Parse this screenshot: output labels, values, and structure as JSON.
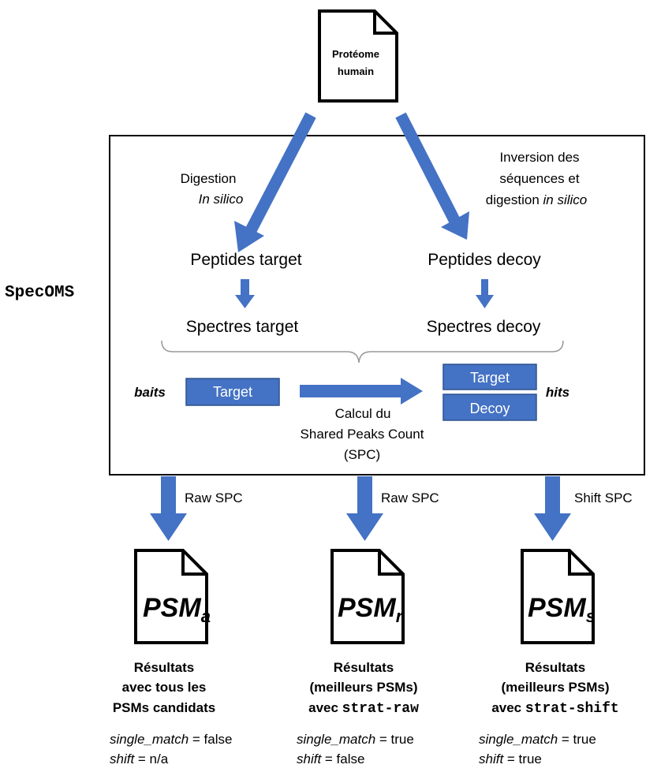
{
  "top_document": {
    "line1": "Protéome",
    "line2": "humain"
  },
  "system_label": "SpecOMS",
  "left_branch": {
    "line1": "Digestion",
    "line2": "In silico"
  },
  "right_branch": {
    "line1": "Inversion des",
    "line2": "séquences et",
    "line3_prefix": "digestion ",
    "line3_italic": "in silico"
  },
  "peptides_target": "Peptides target",
  "peptides_decoy": "Peptides decoy",
  "spectres_target": "Spectres target",
  "spectres_decoy": "Spectres decoy",
  "baits_label": "baits",
  "hits_label": "hits",
  "target_box": "Target",
  "hits_target_box": "Target",
  "hits_decoy_box": "Decoy",
  "spc_label": {
    "line1": "Calcul du",
    "line2": "Shared Peaks Count",
    "line3": "(SPC)"
  },
  "outputs": [
    {
      "arrow_label": "Raw SPC",
      "psm_main": "PSM",
      "psm_sub": "a",
      "result_lines": [
        "Résultats",
        "avec tous les",
        "PSMs candidats"
      ],
      "result_code": "",
      "single_match_key": "single_match",
      "single_match_val": " = false",
      "shift_key": "shift",
      "shift_val": " = n/a"
    },
    {
      "arrow_label": "Raw SPC",
      "psm_main": "PSM",
      "psm_sub": "r",
      "result_lines": [
        "Résultats",
        "(meilleurs PSMs)",
        "avec "
      ],
      "result_code": "strat-raw",
      "single_match_key": "single_match",
      "single_match_val": " = true",
      "shift_key": "shift",
      "shift_val": " = false"
    },
    {
      "arrow_label": "Shift SPC",
      "psm_main": "PSM",
      "psm_sub": "s",
      "result_lines": [
        "Résultats",
        "(meilleurs PSMs)",
        "avec "
      ],
      "result_code": "strat-shift",
      "single_match_key": "single_match",
      "single_match_val": " = true",
      "shift_key": "shift",
      "shift_val": " = true"
    }
  ],
  "colors": {
    "arrow": "#4472C4",
    "box": "#4472C4",
    "box_text": "#ffffff"
  }
}
